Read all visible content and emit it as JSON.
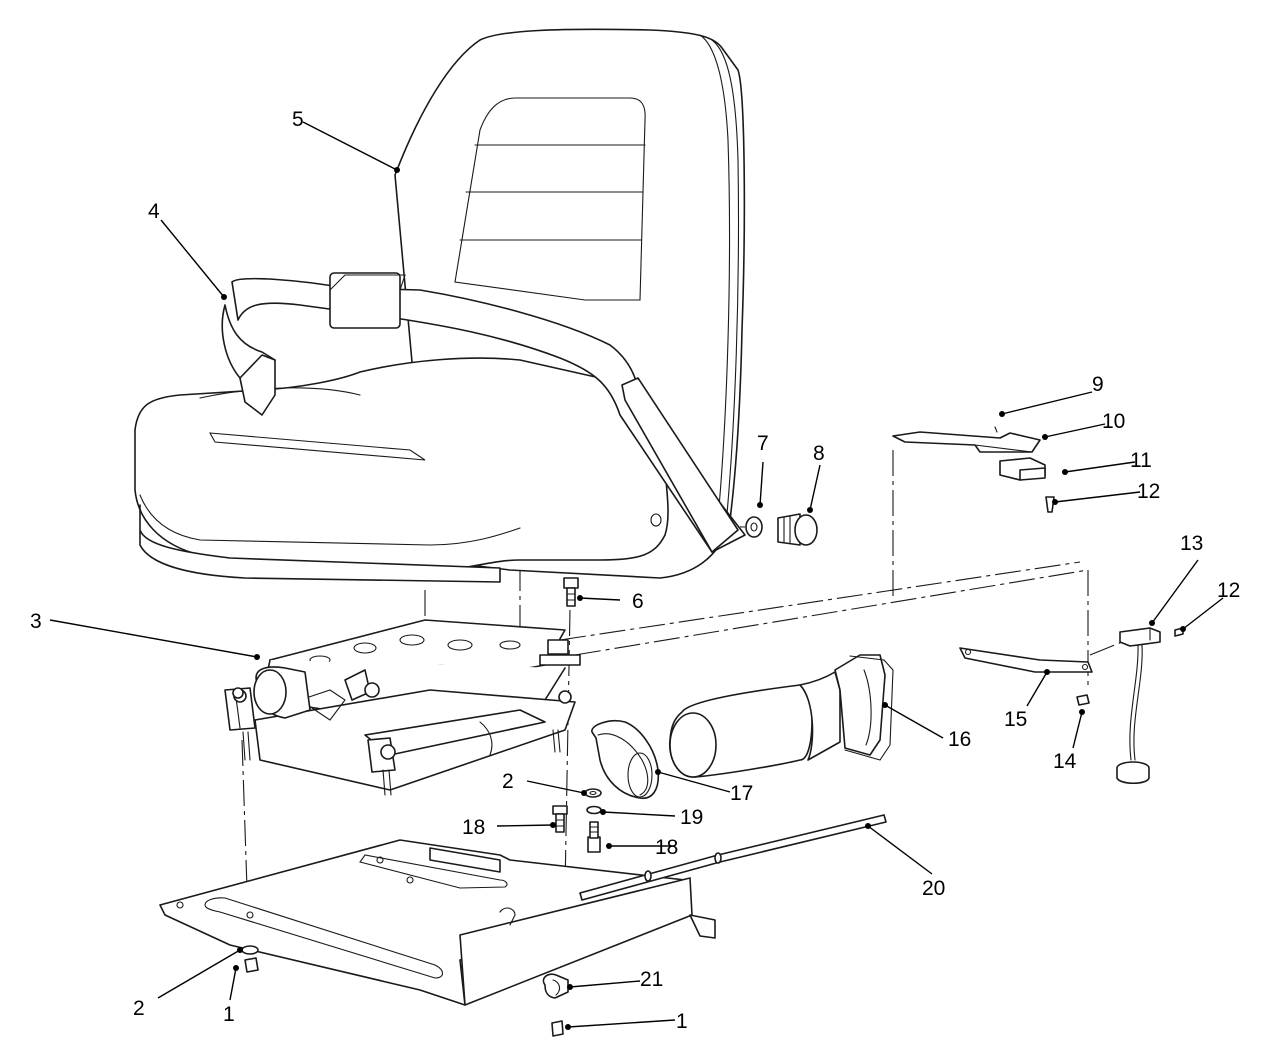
{
  "callouts": [
    {
      "id": "c1a",
      "text": "1"
    },
    {
      "id": "c1b",
      "text": "1"
    },
    {
      "id": "c2a",
      "text": "2"
    },
    {
      "id": "c2b",
      "text": "2"
    },
    {
      "id": "c3",
      "text": "3"
    },
    {
      "id": "c4",
      "text": "4"
    },
    {
      "id": "c5",
      "text": "5"
    },
    {
      "id": "c6",
      "text": "6"
    },
    {
      "id": "c7",
      "text": "7"
    },
    {
      "id": "c8",
      "text": "8"
    },
    {
      "id": "c9",
      "text": "9"
    },
    {
      "id": "c10",
      "text": "10"
    },
    {
      "id": "c11",
      "text": "11"
    },
    {
      "id": "c12a",
      "text": "12"
    },
    {
      "id": "c12b",
      "text": "12"
    },
    {
      "id": "c13",
      "text": "13"
    },
    {
      "id": "c14",
      "text": "14"
    },
    {
      "id": "c15",
      "text": "15"
    },
    {
      "id": "c16",
      "text": "16"
    },
    {
      "id": "c17",
      "text": "17"
    },
    {
      "id": "c18a",
      "text": "18"
    },
    {
      "id": "c18b",
      "text": "18"
    },
    {
      "id": "c19",
      "text": "19"
    },
    {
      "id": "c20",
      "text": "20"
    },
    {
      "id": "c21",
      "text": "21"
    }
  ],
  "colors": {
    "line": "#1a1a1a",
    "background": "#ffffff"
  }
}
